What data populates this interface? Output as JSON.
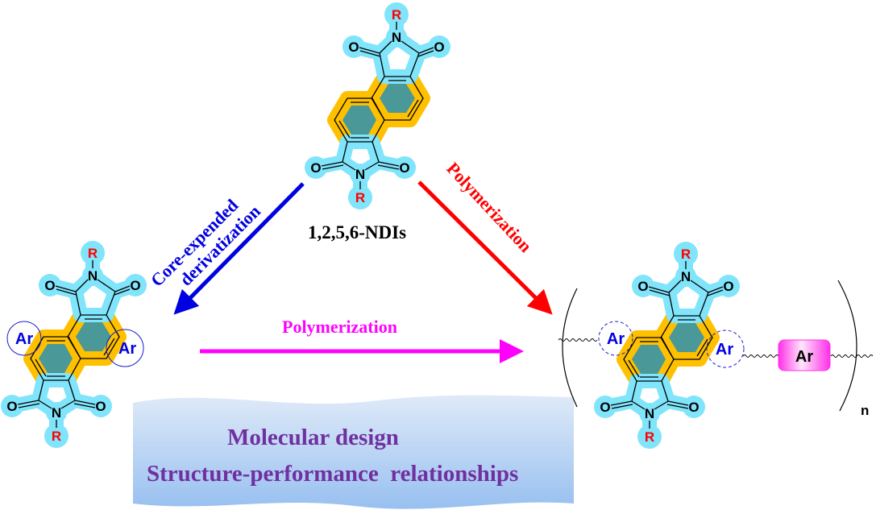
{
  "diagram": {
    "title": "1,2,5,6-NDIs",
    "center_molecule": {
      "name": "1,2,5,6-NDI core",
      "substituent_label": "R",
      "nitrogen_label": "N",
      "oxygen_label": "O"
    },
    "left_molecule": {
      "name": "core-expanded NDI derivative",
      "substituent_label": "R",
      "nitrogen_label": "N",
      "oxygen_label": "O",
      "fused_groups": [
        "Ar",
        "Ar"
      ]
    },
    "right_molecule": {
      "name": "NDI-based polymer repeat unit",
      "substituent_label": "R",
      "nitrogen_label": "N",
      "oxygen_label": "O",
      "fused_groups": [
        "Ar",
        "Ar"
      ],
      "comonomer_label": "Ar",
      "repeat_subscript": "n"
    },
    "arrows": {
      "core_expanded": {
        "line1": "Core-expended",
        "line2": "derivatization",
        "color": "#0000e0"
      },
      "polymerization_diagonal": {
        "label": "Polymerization",
        "color": "#ff0000"
      },
      "polymerization_horizontal": {
        "label": "Polymerization",
        "color": "#ff00ff"
      }
    },
    "banner": {
      "line1": "Molecular design",
      "line2": "Structure-performance  relationships",
      "text_color": "#7030a0",
      "gradient_top": "#dfeaf8",
      "gradient_bottom": "#98c0f0"
    },
    "colors": {
      "imide_highlight": "#80e4fa",
      "ring_highlight": "#ffc000",
      "ring_fill": "#4a9898",
      "r_group": "#ff0000",
      "ar_label": "#0000e0",
      "comonomer_box": "#ff44ee"
    }
  }
}
